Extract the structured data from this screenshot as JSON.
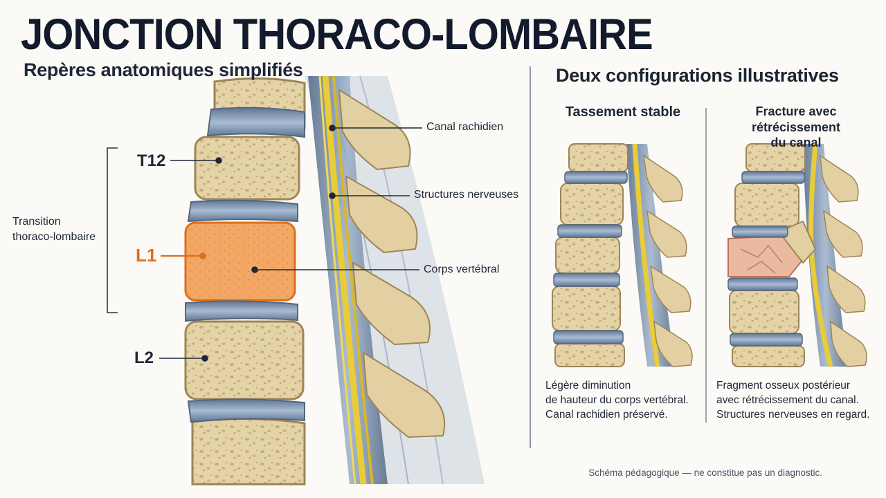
{
  "title": "JONCTION THORACO-LOMBAIRE",
  "subtitle": "Repères anatomiques simplifiés",
  "left_diagram": {
    "vertebra_labels": {
      "t12": "T12",
      "l1": "L1",
      "l2": "L2"
    },
    "bracket_label_line1": "Transition",
    "bracket_label_line2": "thoraco-lombaire",
    "callouts": {
      "canal": "Canal rachidien",
      "nerves": "Structures nerveuses",
      "body": "Corps vertébral"
    }
  },
  "right_panel": {
    "heading": "Deux configurations illustratives",
    "stable": {
      "title": "Tassement stable",
      "caption_lines": [
        "Légère diminution",
        "de hauteur du corps vertébral.",
        "Canal rachidien préservé."
      ]
    },
    "fracture": {
      "title_line1": "Fracture avec rétrécissement",
      "title_line2": "du canal",
      "caption_lines": [
        "Fragment osseux postérieur",
        "avec rétrécissement du canal.",
        "Structures nerveuses en regard."
      ]
    }
  },
  "footer": "Schéma pédagogique — ne constitue pas un diagnostic.",
  "colors": {
    "bone": "#e6d7b0",
    "bone_dark": "#b89c66",
    "disc": "#7f96b5",
    "highlight": "#f0a060",
    "highlight_stroke": "#de6f1c",
    "nerve": "#e8cc3a",
    "fracture": "#e8b49c"
  }
}
